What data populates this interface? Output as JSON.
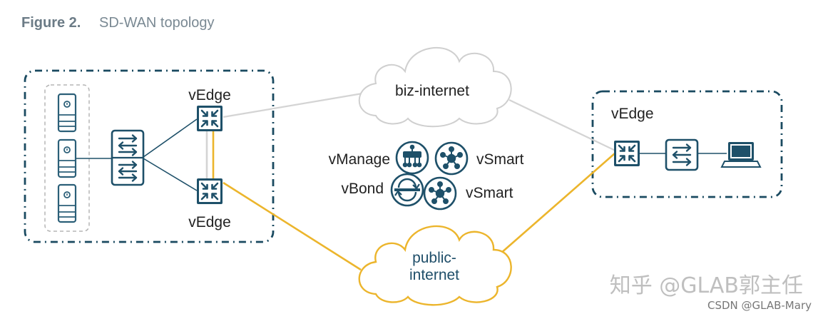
{
  "figure": {
    "label": "Figure 2.",
    "title": "SD-WAN topology"
  },
  "nodes": {
    "vedge_top_left": "vEdge",
    "vedge_bottom_left": "vEdge",
    "vedge_right": "vEdge",
    "vmanage": "vManage",
    "vsmart_1": "vSmart",
    "vbond": "vBond",
    "vsmart_2": "vSmart"
  },
  "clouds": {
    "biz_internet": "biz-internet",
    "public_internet_line1": "public-",
    "public_internet_line2": "internet"
  },
  "watermark": {
    "main": "知乎 @GLAB郭主任",
    "sub": "CSDN @GLAB-Mary"
  },
  "colors": {
    "dark_teal": "#1a4a60",
    "icon_teal": "#2b5f78",
    "gray_link": "#d4d4d4",
    "gold_link": "#ecb52c",
    "text_gray": "#6b7b86",
    "text_teal": "#1f4e69",
    "cloud_stroke_gray": "#cfcfcf",
    "cloud_stroke_gold": "#ecb52c"
  }
}
